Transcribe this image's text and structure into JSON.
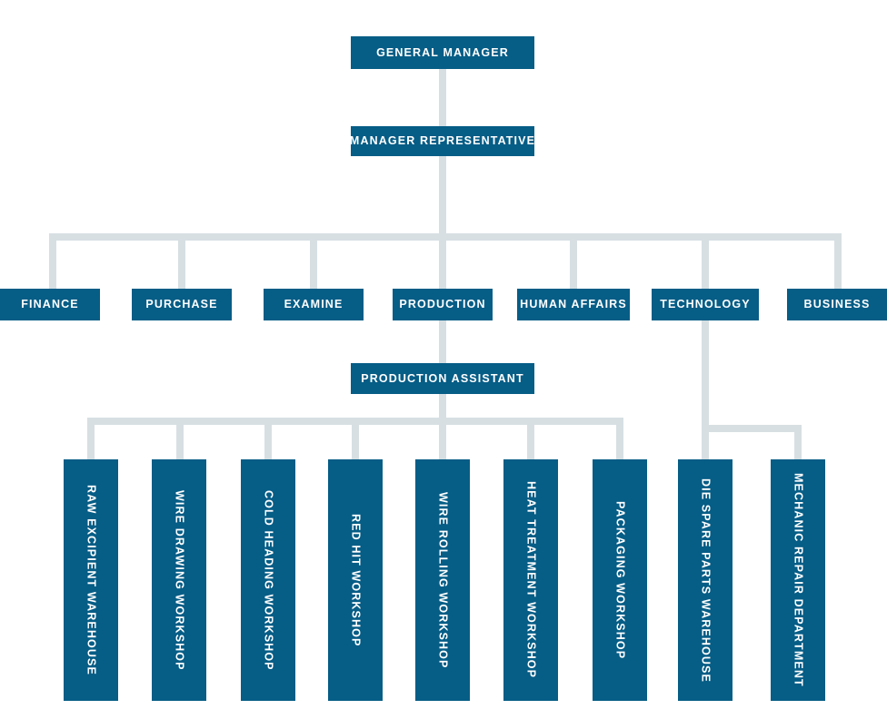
{
  "chart_data": {
    "type": "diagram",
    "title": "Company Organizational Chart",
    "diagram_kind": "org-chart",
    "orientation": "top-down",
    "colors": {
      "node_fill": "#065D86",
      "node_text": "#FFFFFF",
      "connector": "#D7DFE3",
      "background": "#FFFFFF"
    },
    "levels": [
      {
        "level": 1,
        "nodes": [
          "GENERAL MANAGER"
        ]
      },
      {
        "level": 2,
        "nodes": [
          "MANAGER REPRESENTATIVE"
        ]
      },
      {
        "level": 3,
        "nodes": [
          "FINANCE",
          "PURCHASE",
          "EXAMINE",
          "PRODUCTION",
          "HUMAN AFFAIRS",
          "TECHNOLOGY",
          "BUSINESS"
        ]
      },
      {
        "level": 4,
        "nodes": [
          "PRODUCTION ASSISTANT"
        ]
      },
      {
        "level": 5,
        "nodes": [
          "RAW EXCIPIENT WAREHOUSE",
          "WIRE DRAWING WORKSHOP",
          "COLD HEADING WORKSHOP",
          "RED HIT WORKSHOP",
          "WIRE ROLLING WORKSHOP",
          "HEAT TREATMENT WORKSHOP",
          "PACKAGING WORKSHOP",
          "DIE SPARE PARTS WAREHOUSE",
          "MECHANIC REPAIR DEPARTMENT"
        ]
      }
    ],
    "edges": [
      {
        "from": "GENERAL MANAGER",
        "to": "MANAGER REPRESENTATIVE"
      },
      {
        "from": "MANAGER REPRESENTATIVE",
        "to": "FINANCE"
      },
      {
        "from": "MANAGER REPRESENTATIVE",
        "to": "PURCHASE"
      },
      {
        "from": "MANAGER REPRESENTATIVE",
        "to": "EXAMINE"
      },
      {
        "from": "MANAGER REPRESENTATIVE",
        "to": "PRODUCTION"
      },
      {
        "from": "MANAGER REPRESENTATIVE",
        "to": "HUMAN AFFAIRS"
      },
      {
        "from": "MANAGER REPRESENTATIVE",
        "to": "TECHNOLOGY"
      },
      {
        "from": "MANAGER REPRESENTATIVE",
        "to": "BUSINESS"
      },
      {
        "from": "PRODUCTION",
        "to": "PRODUCTION ASSISTANT"
      },
      {
        "from": "PRODUCTION ASSISTANT",
        "to": "RAW EXCIPIENT WAREHOUSE"
      },
      {
        "from": "PRODUCTION ASSISTANT",
        "to": "WIRE DRAWING WORKSHOP"
      },
      {
        "from": "PRODUCTION ASSISTANT",
        "to": "COLD HEADING WORKSHOP"
      },
      {
        "from": "PRODUCTION ASSISTANT",
        "to": "RED HIT WORKSHOP"
      },
      {
        "from": "PRODUCTION ASSISTANT",
        "to": "WIRE ROLLING WORKSHOP"
      },
      {
        "from": "PRODUCTION ASSISTANT",
        "to": "HEAT TREATMENT WORKSHOP"
      },
      {
        "from": "PRODUCTION ASSISTANT",
        "to": "PACKAGING WORKSHOP"
      },
      {
        "from": "TECHNOLOGY",
        "to": "DIE SPARE PARTS WAREHOUSE"
      },
      {
        "from": "TECHNOLOGY",
        "to": "MECHANIC REPAIR DEPARTMENT"
      }
    ]
  },
  "nodes": {
    "general_manager": "GENERAL MANAGER",
    "manager_representative": "MANAGER REPRESENTATIVE",
    "production_assistant": "PRODUCTION ASSISTANT",
    "departments": [
      "FINANCE",
      "PURCHASE",
      "EXAMINE",
      "PRODUCTION",
      "HUMAN AFFAIRS",
      "TECHNOLOGY",
      "BUSINESS"
    ],
    "workshops": [
      "RAW EXCIPIENT WAREHOUSE",
      "WIRE DRAWING WORKSHOP",
      "COLD HEADING WORKSHOP",
      "RED HIT WORKSHOP",
      "WIRE ROLLING WORKSHOP",
      "HEAT TREATMENT WORKSHOP",
      "PACKAGING WORKSHOP",
      "DIE SPARE PARTS WAREHOUSE",
      "MECHANIC REPAIR DEPARTMENT"
    ]
  }
}
